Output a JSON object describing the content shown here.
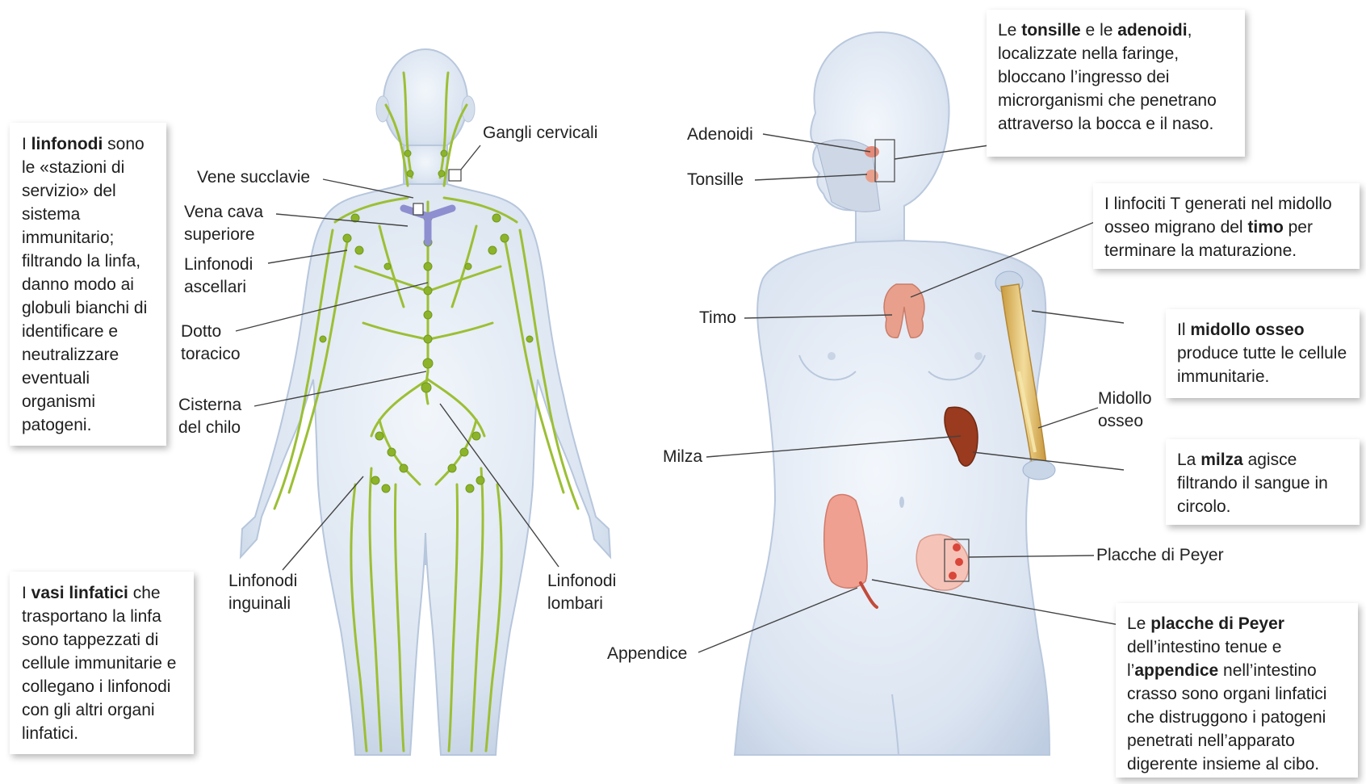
{
  "left_figure": {
    "labels": {
      "gangli": "Gangli cervicali",
      "vene_succlavie": "Vene succlavie",
      "vena_cava_1": "Vena cava",
      "vena_cava_2": "superiore",
      "linf_ascellari_1": "Linfonodi",
      "linf_ascellari_2": "ascellari",
      "dotto_1": "Dotto",
      "dotto_2": "toracico",
      "cisterna_1": "Cisterna",
      "cisterna_2": "del chilo",
      "linf_inguinali_1": "Linfonodi",
      "linf_inguinali_2": "inguinali",
      "linf_lombari_1": "Linfonodi",
      "linf_lombari_2": "lombari"
    },
    "callout_linfonodi": {
      "t1": "I ",
      "b1": "linfonodi",
      "t2": " sono le «stazioni di servizio» del sistema immunitario; filtrando la linfa, danno modo ai globuli bianchi di identificare e neutralizzare eventuali organismi patogeni."
    },
    "callout_vasi": {
      "t1": "I ",
      "b1": "vasi linfatici",
      "t2": " che trasportano la linfa sono tappezzati di cellule immunitarie e collegano i linfonodi con gli altri organi linfatici."
    }
  },
  "right_figure": {
    "labels": {
      "adenoidi": "Adenoidi",
      "tonsille": "Tonsille",
      "timo": "Timo",
      "milza": "Milza",
      "appendice": "Appendice",
      "midollo_1": "Midollo",
      "midollo_2": "osseo",
      "placche": "Placche di Peyer"
    },
    "callout_tonsille": {
      "t1": "Le ",
      "b1": "tonsille",
      "t2": " e le ",
      "b2": "adenoidi",
      "t3": ", localizzate nella faringe, bloccano l’ingresso dei microrganismi che penetrano attraverso la bocca e il naso."
    },
    "callout_timo": {
      "t1": "I linfociti T generati nel midollo osseo migrano del ",
      "b1": "timo",
      "t2": " per terminare la maturazione."
    },
    "callout_midollo": {
      "t1": "Il ",
      "b1": "midollo osseo",
      "t2": " produce tutte le cellule immunitarie."
    },
    "callout_milza": {
      "t1": "La ",
      "b1": "milza",
      "t2": " agisce filtrando il sangue in circolo."
    },
    "callout_placche": {
      "t1": "Le ",
      "b1": "placche di Peyer",
      "t2": " dell’intestino tenue e l’",
      "b2": "appendice",
      "t3": " nell’intestino crasso sono organi linfatici che distruggono i patogeni penetrati nell’apparato digerente insieme al cibo."
    }
  },
  "colors": {
    "body_fill": "#dde6f2",
    "body_edge": "#b6c6dc",
    "lymph": "#9cbf34",
    "lymph_dark": "#6f9a1e",
    "vein": "#8d8fd0",
    "bone": "#e8c77a",
    "spleen": "#9a3a1e",
    "thymus": "#e8a08c",
    "colon": "#f0a090",
    "leader": "#444444"
  }
}
